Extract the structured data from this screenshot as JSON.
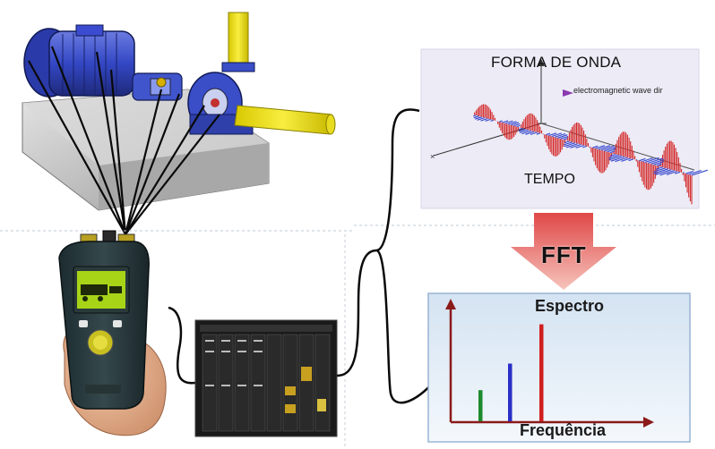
{
  "labels": {
    "waveform_title": "FORMA DE ONDA",
    "wave_annotation": "electromagnetic wave dir",
    "time_label": "TEMPO",
    "fft_label": "FFT",
    "spectrum_title": "Espectro",
    "frequency_label": "Frequência"
  },
  "spectrum": {
    "bars": [
      {
        "color": "#1e8a2e",
        "level": 0.27
      },
      {
        "color": "#2a2fc8",
        "level": 0.5
      },
      {
        "color": "#d01f1f",
        "level": 0.84
      }
    ]
  },
  "colors": {
    "waveform_panel": "#eceaf6",
    "spectrum_panel": "#e6eef7",
    "axis_red": "#8b1a1a",
    "fft_arrow_top": "#e85858",
    "fft_arrow_bottom": "#f4b8b0"
  },
  "icons": [
    "pump-motor-icon",
    "vibration-analyzer-icon",
    "hand-icon",
    "daq-rack-icon",
    "cable-icon"
  ]
}
